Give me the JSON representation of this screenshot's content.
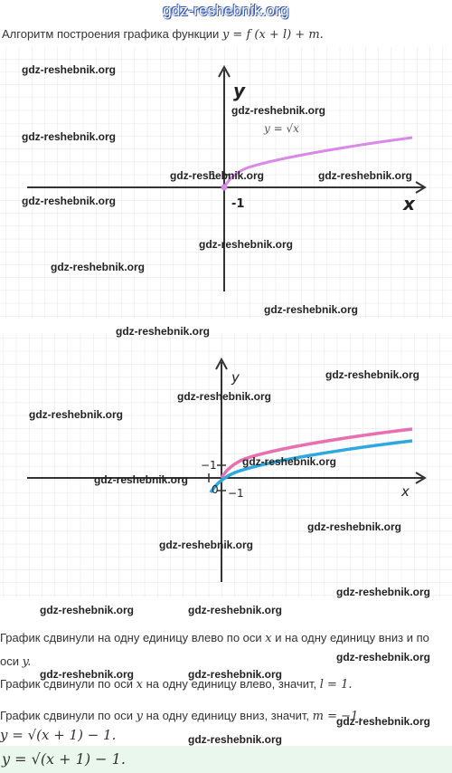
{
  "header": {
    "site": "gdz-reshebnik.org"
  },
  "intro": {
    "prefix": "Алгоритм построения графика функции",
    "formula": "y = f (x + l) + m."
  },
  "graph1": {
    "y_label": "y",
    "x_label": "x",
    "curve_label": "y = √x",
    "tick_1": "1",
    "tick_minus1": "-1",
    "curve_color": "#d98ae6"
  },
  "graph2": {
    "y_label": "y",
    "x_label": "x",
    "tick_minus1_x": "−1",
    "tick_minus1_y": "−1",
    "origin": "0",
    "pink_color": "#e86fb0",
    "blue_color": "#2fa8e0"
  },
  "explanations": [
    {
      "prefix": "График сдвинули на одну единицу влево по оси",
      "var1": "x",
      "middle": "и на одну единицу вниз и по",
      "line2": "оси",
      "var2": "y."
    },
    {
      "prefix": "График сдвинули по оси",
      "var": "x",
      "suffix": "на одну единицу влево, значит,",
      "result": "l = 1."
    },
    {
      "prefix": "График сдвинули по оси",
      "var": "y",
      "suffix": "на одну единицу вниз, значит,",
      "result": "m = −1."
    }
  ],
  "result_formula": "y = √(x + 1) − 1.",
  "answer_formula": "y = √(x + 1) − 1.",
  "watermarks": [
    "gdz-reshebnik.org",
    "gdz-reshebnik.org",
    "gdz-reshebnik.org",
    "gdz-reshebnik.org",
    "gdz-reshebnik.org",
    "gdz-reshebnik.org",
    "gdz-reshebnik.org",
    "gdz-reshebnik.org",
    "gdz-reshebnik.org",
    "gdz-reshebnik.org",
    "gdz-reshebnik.org",
    "gdz-reshebnik.org",
    "gdz-reshebnik.org",
    "gdz-reshebnik.org",
    "gdz-reshebnik.org",
    "gdz-reshebnik.org",
    "gdz-reshebnik.org",
    "gdz-reshebnik.org",
    "gdz-reshebnik.org",
    "gdz-reshebnik.org",
    "gdz-reshebnik.org",
    "gdz-reshebnik.org",
    "gdz-reshebnik.org"
  ]
}
